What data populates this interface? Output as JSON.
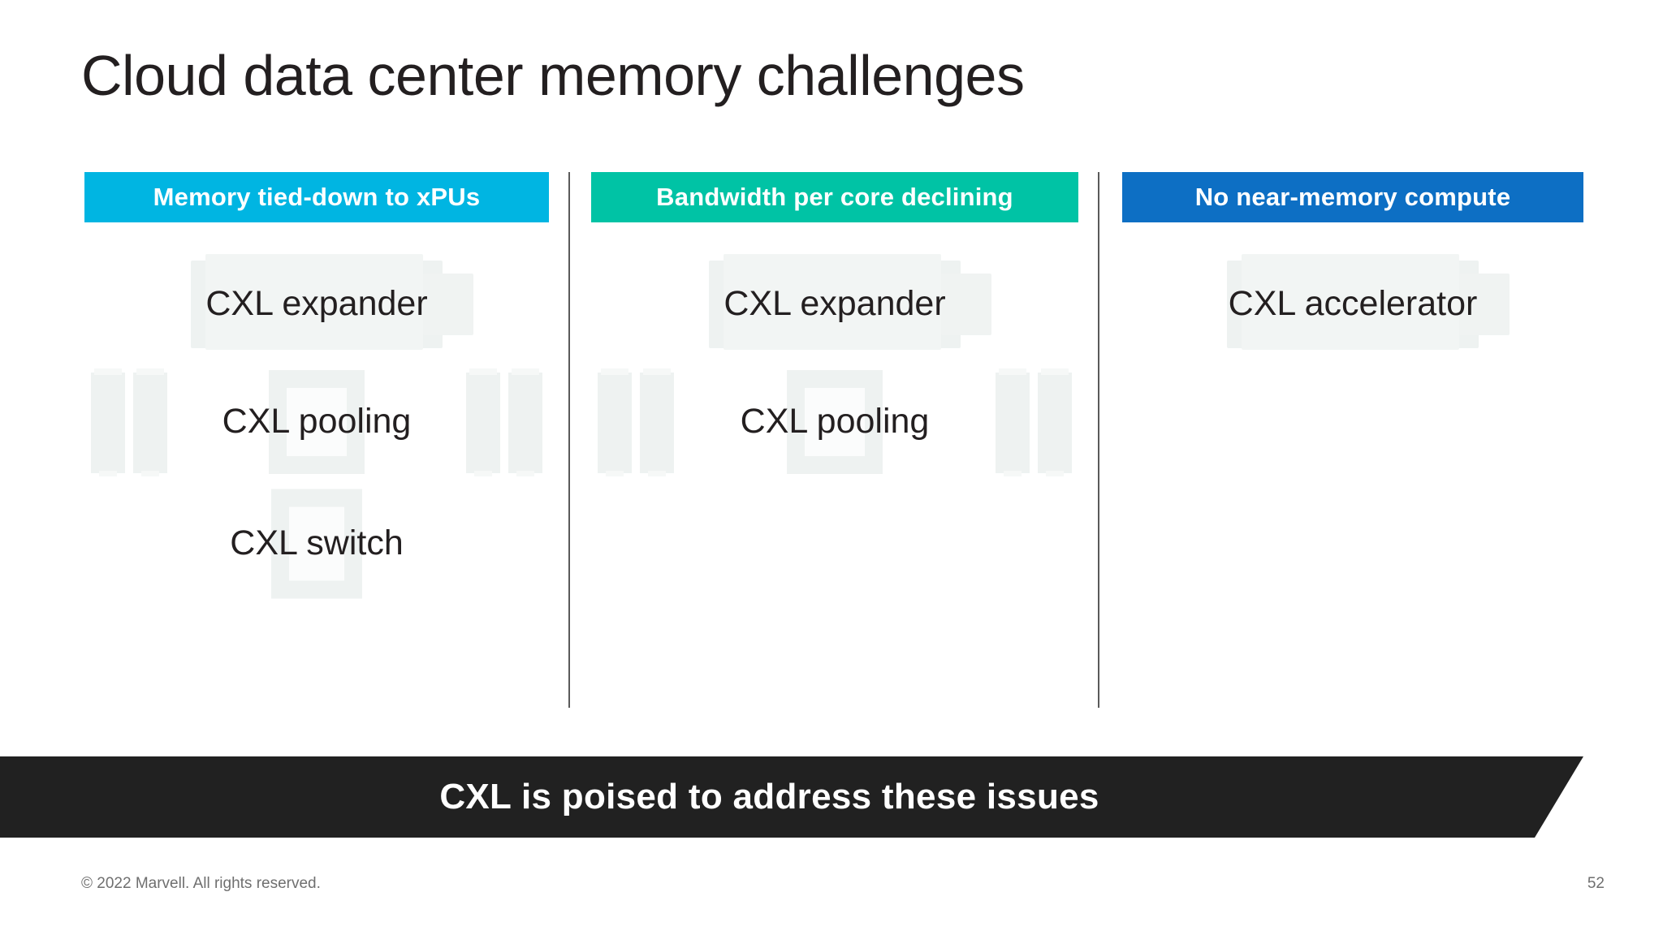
{
  "slide": {
    "title": "Cloud data center memory challenges",
    "page_number": "52",
    "copyright": "© 2022 Marvell. All rights reserved."
  },
  "colors": {
    "column_1_header": "#00b5e2",
    "column_2_header": "#00c3a5",
    "column_3_header": "#0d6fc4",
    "banner_background": "#212121",
    "title_text": "#231f20",
    "ghost_artwork": "#eef2f1",
    "divider": "#5a5a5a"
  },
  "columns": [
    {
      "header": "Memory tied-down to xPUs",
      "header_color": "#00b5e2",
      "items": [
        {
          "label": "CXL expander",
          "art": "board-card-icon"
        },
        {
          "label": "CXL pooling",
          "art": "memory-modules-icon"
        },
        {
          "label": "CXL switch",
          "art": "chip-socket-icon"
        }
      ]
    },
    {
      "header": "Bandwidth per core declining",
      "header_color": "#00c3a5",
      "items": [
        {
          "label": "CXL expander",
          "art": "board-card-icon"
        },
        {
          "label": "CXL pooling",
          "art": "memory-modules-icon"
        }
      ]
    },
    {
      "header": "No near-memory compute",
      "header_color": "#0d6fc4",
      "items": [
        {
          "label": "CXL accelerator",
          "art": "board-card-icon"
        }
      ]
    }
  ],
  "banner": {
    "text": "CXL is poised to address these issues"
  }
}
